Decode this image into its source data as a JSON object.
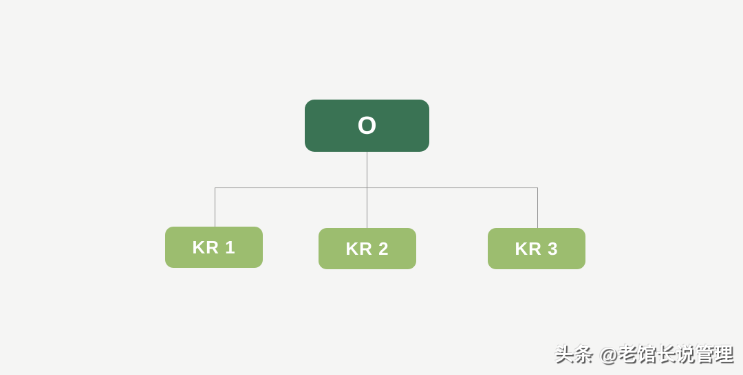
{
  "canvas": {
    "background_color": "#f5f5f4"
  },
  "diagram": {
    "type": "org-tree",
    "objective": {
      "label": "O",
      "fill_color": "#3a7354",
      "text_color": "#ffffff"
    },
    "key_results": [
      {
        "label": "KR 1"
      },
      {
        "label": "KR 2"
      },
      {
        "label": "KR 3"
      }
    ],
    "key_result_fill_color": "#9cbd6f",
    "key_result_text_color": "#ffffff",
    "connector_color": "#909090"
  },
  "watermark": {
    "text": "头条 @老馆长说管理",
    "text_color": "#ffffff"
  }
}
